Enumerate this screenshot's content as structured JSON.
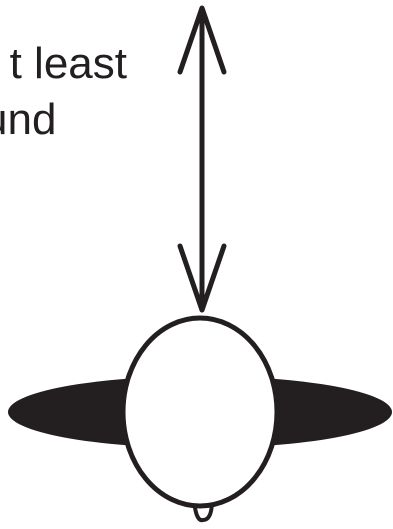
{
  "caption": {
    "line1": "t least",
    "line2": "und"
  },
  "colors": {
    "ink": "#231f20",
    "fill_white": "#ffffff"
  },
  "icons": {
    "arrow": "double-headed-vertical-arrow",
    "figure": "top-view-person-head-with-shoulders"
  }
}
